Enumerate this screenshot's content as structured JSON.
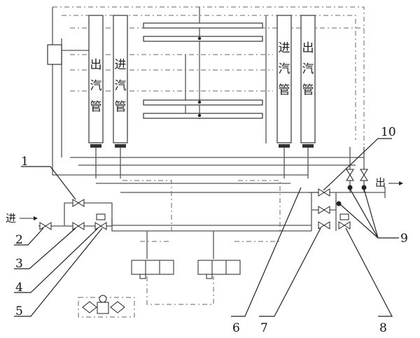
{
  "labels": {
    "outlet_pipe": [
      "出",
      "汽",
      "管"
    ],
    "inlet_pipe": [
      "进",
      "汽",
      "管"
    ],
    "inlet": "进",
    "outlet": "出"
  },
  "callouts": [
    "1",
    "2",
    "3",
    "4",
    "5",
    "6",
    "7",
    "8",
    "9",
    "10"
  ]
}
